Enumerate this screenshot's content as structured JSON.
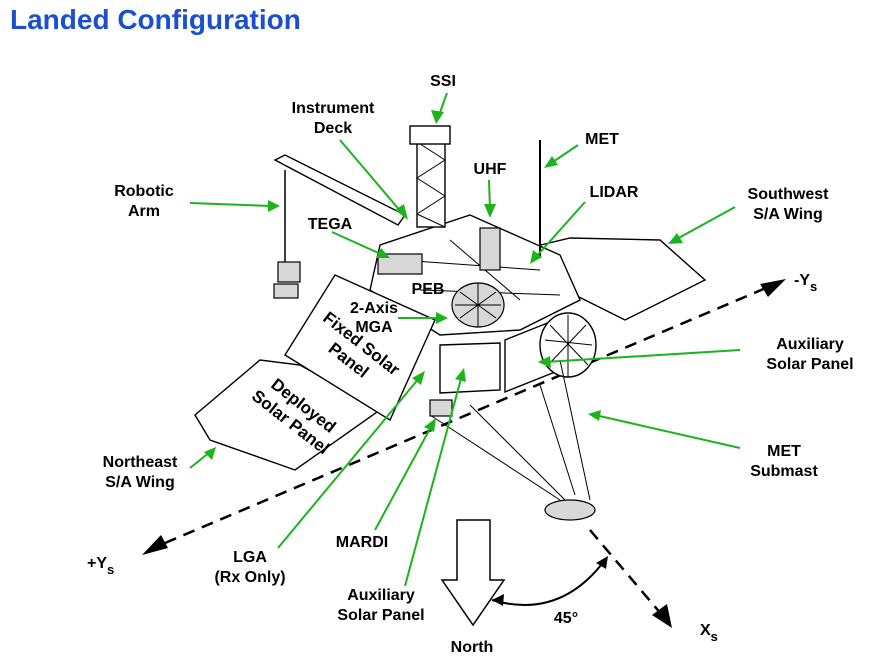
{
  "title": "Landed Configuration",
  "colors": {
    "title": "#1a4fd0",
    "leader": "#1db31d",
    "ink": "#000000"
  },
  "labels": {
    "ssi": "SSI",
    "instrument_deck_1": "Instrument",
    "instrument_deck_2": "Deck",
    "met": "MET",
    "uhf": "UHF",
    "lidar": "LIDAR",
    "robotic_arm_1": "Robotic",
    "robotic_arm_2": "Arm",
    "southwest_wing_1": "Southwest",
    "southwest_wing_2": "S/A Wing",
    "tega": "TEGA",
    "peb": "PEB",
    "mga_1": "2-Axis",
    "mga_2": "MGA",
    "aux_panel_right_1": "Auxiliary",
    "aux_panel_right_2": "Solar Panel",
    "met_submast_1": "MET",
    "met_submast_2": "Submast",
    "northeast_wing_1": "Northeast",
    "northeast_wing_2": "S/A Wing",
    "mardi": "MARDI",
    "lga_1": "LGA",
    "lga_2": "(Rx Only)",
    "aux_panel_bottom_1": "Auxiliary",
    "aux_panel_bottom_2": "Solar Panel",
    "north": "North",
    "angle": "45°",
    "fixed_panel_1": "Fixed Solar",
    "fixed_panel_2": "Panel",
    "deployed_panel_1": "Deployed",
    "deployed_panel_2": "Solar Panel"
  },
  "axes": {
    "neg_y": "-Y",
    "pos_y": "+Y",
    "x": "X",
    "subscript": "s"
  }
}
